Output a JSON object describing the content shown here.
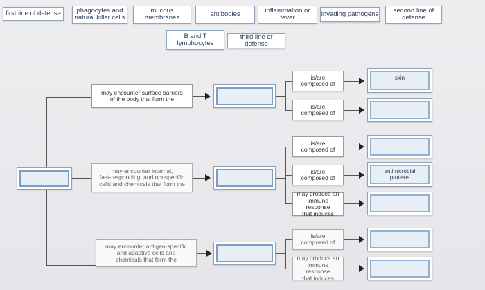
{
  "bank": {
    "chips": [
      "first line of defense",
      "phagocytes and\nnatural killer cells",
      "mucous\nmembranes",
      "antibodies",
      "inflammation or\nfever",
      "invading pathogens",
      "second line of\ndefense",
      "B and T\nlymphocytes",
      "third line of defense"
    ]
  },
  "map": {
    "row1_text": "may encounter surface barriers\nof the body that form the",
    "row2_text": "may encounter internal,\nfast-responding, and nonspecific\ncells and chemicals that form the",
    "row3_text": "may encounter antigen-specific\nand adaptive cells and\nchemicals that form the",
    "composed_of": "is/are\ncomposed of",
    "immune_response": "may produce an\nimmune response\nthat induces",
    "filled": {
      "skin": "skin",
      "antimicrobial": "antimicrobial\nproteins"
    }
  }
}
